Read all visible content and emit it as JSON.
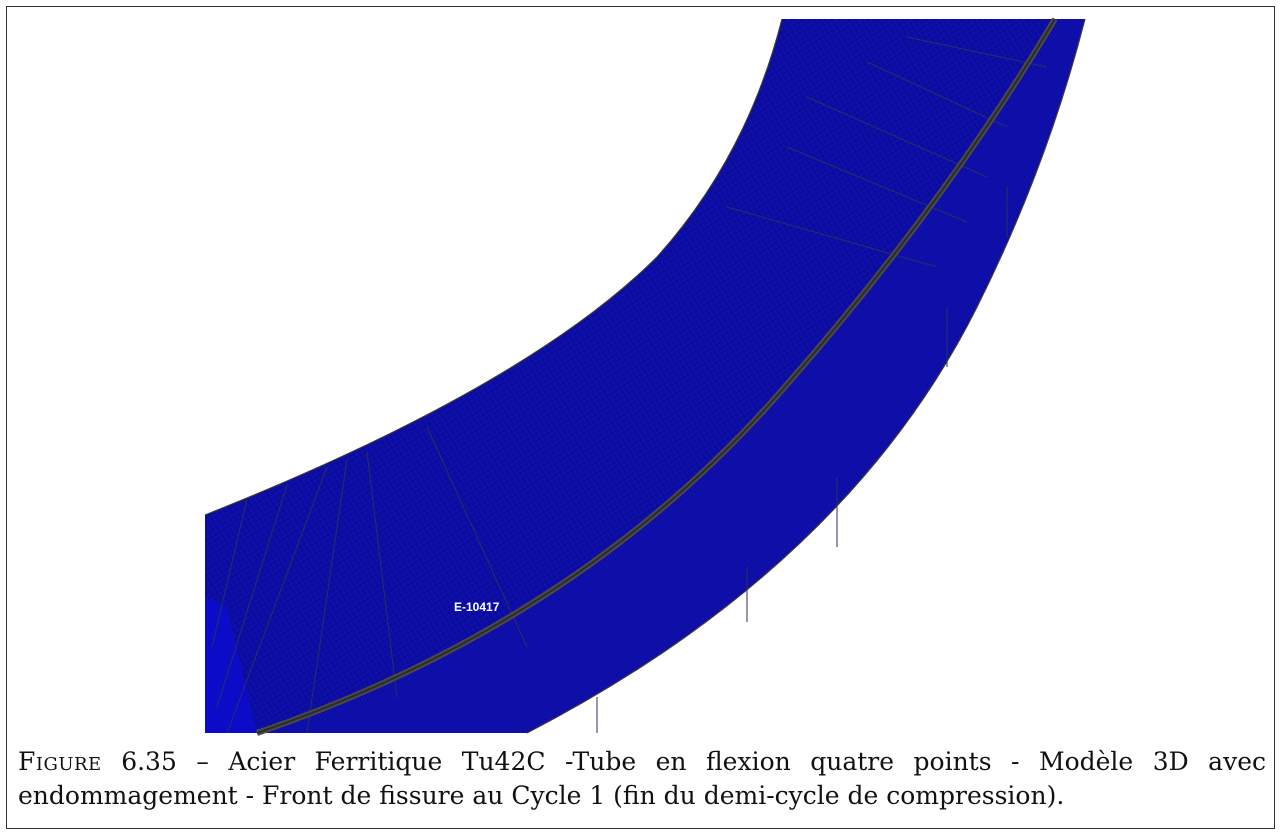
{
  "figure": {
    "label": "Figure",
    "number": "6.35",
    "separator": "–",
    "caption_text": "Acier Ferritique Tu42C -Tube en flexion quatre points - Modèle 3D avec endommagement - Front de fissure au Cycle 1 (fin du demi-cycle de compression)."
  },
  "render": {
    "element_label": "E-10417",
    "colors": {
      "mesh_fill": "#0a0aa8",
      "mesh_fill_light": "#0d0dc4",
      "mesh_line": "#2b2f60",
      "crack_front": "#4a4a4a",
      "outline": "#3a3a3a"
    }
  }
}
